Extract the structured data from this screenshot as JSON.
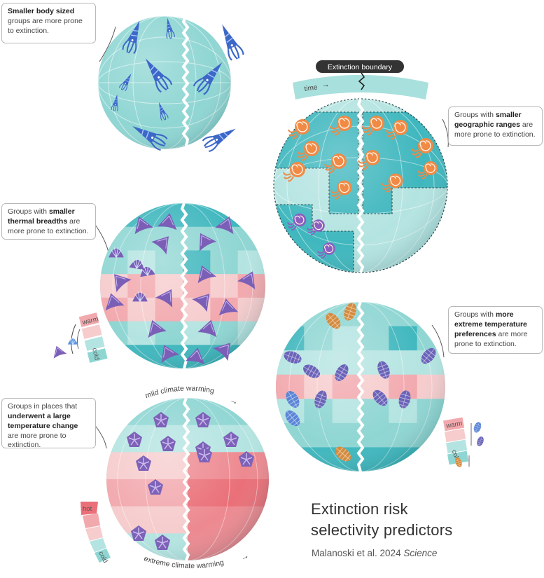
{
  "callouts": {
    "body_size": {
      "strong": "Smaller body sized",
      "rest": " groups are more prone to extinction."
    },
    "geo_range": {
      "pre": "Groups with ",
      "strong": "smaller geographic ranges",
      "rest": " are more prone to extinction."
    },
    "thermal": {
      "pre": "Groups with ",
      "strong": "smaller thermal breadths",
      "rest": " are more prone to extinction."
    },
    "extreme": {
      "pre": "Groups with ",
      "strong": "more extreme temperature preferences",
      "rest": " are more prone to extinction."
    },
    "temp_change": {
      "pre": "Groups in places that ",
      "strong": "underwent a large temperature change",
      "rest": " are more prone to extinction."
    }
  },
  "timeline": {
    "boundary": "Extinction boundary",
    "time": "time"
  },
  "scales": {
    "warm": "warm",
    "cold": "cold",
    "hot": "hot"
  },
  "arcs": {
    "mild": "mild climate warming",
    "extreme": "extreme climate warming"
  },
  "title": {
    "line1": "Extinction risk",
    "line2": "selectivity predictors"
  },
  "citation": {
    "authors": "Malanoski et al. 2024 ",
    "journal": "Science"
  },
  "colors": {
    "teal": "#8fd6d3",
    "teal_light": "#b4e4e1",
    "teal_dark": "#3fb7be",
    "pink": "#f2a9ae",
    "pink_light": "#f6cccd",
    "red": "#ea6f78",
    "squid": "#3c68c8",
    "ammonite": "#f08a45",
    "shell": "#7b5fb7",
    "trilobite": "#6a63b8"
  }
}
